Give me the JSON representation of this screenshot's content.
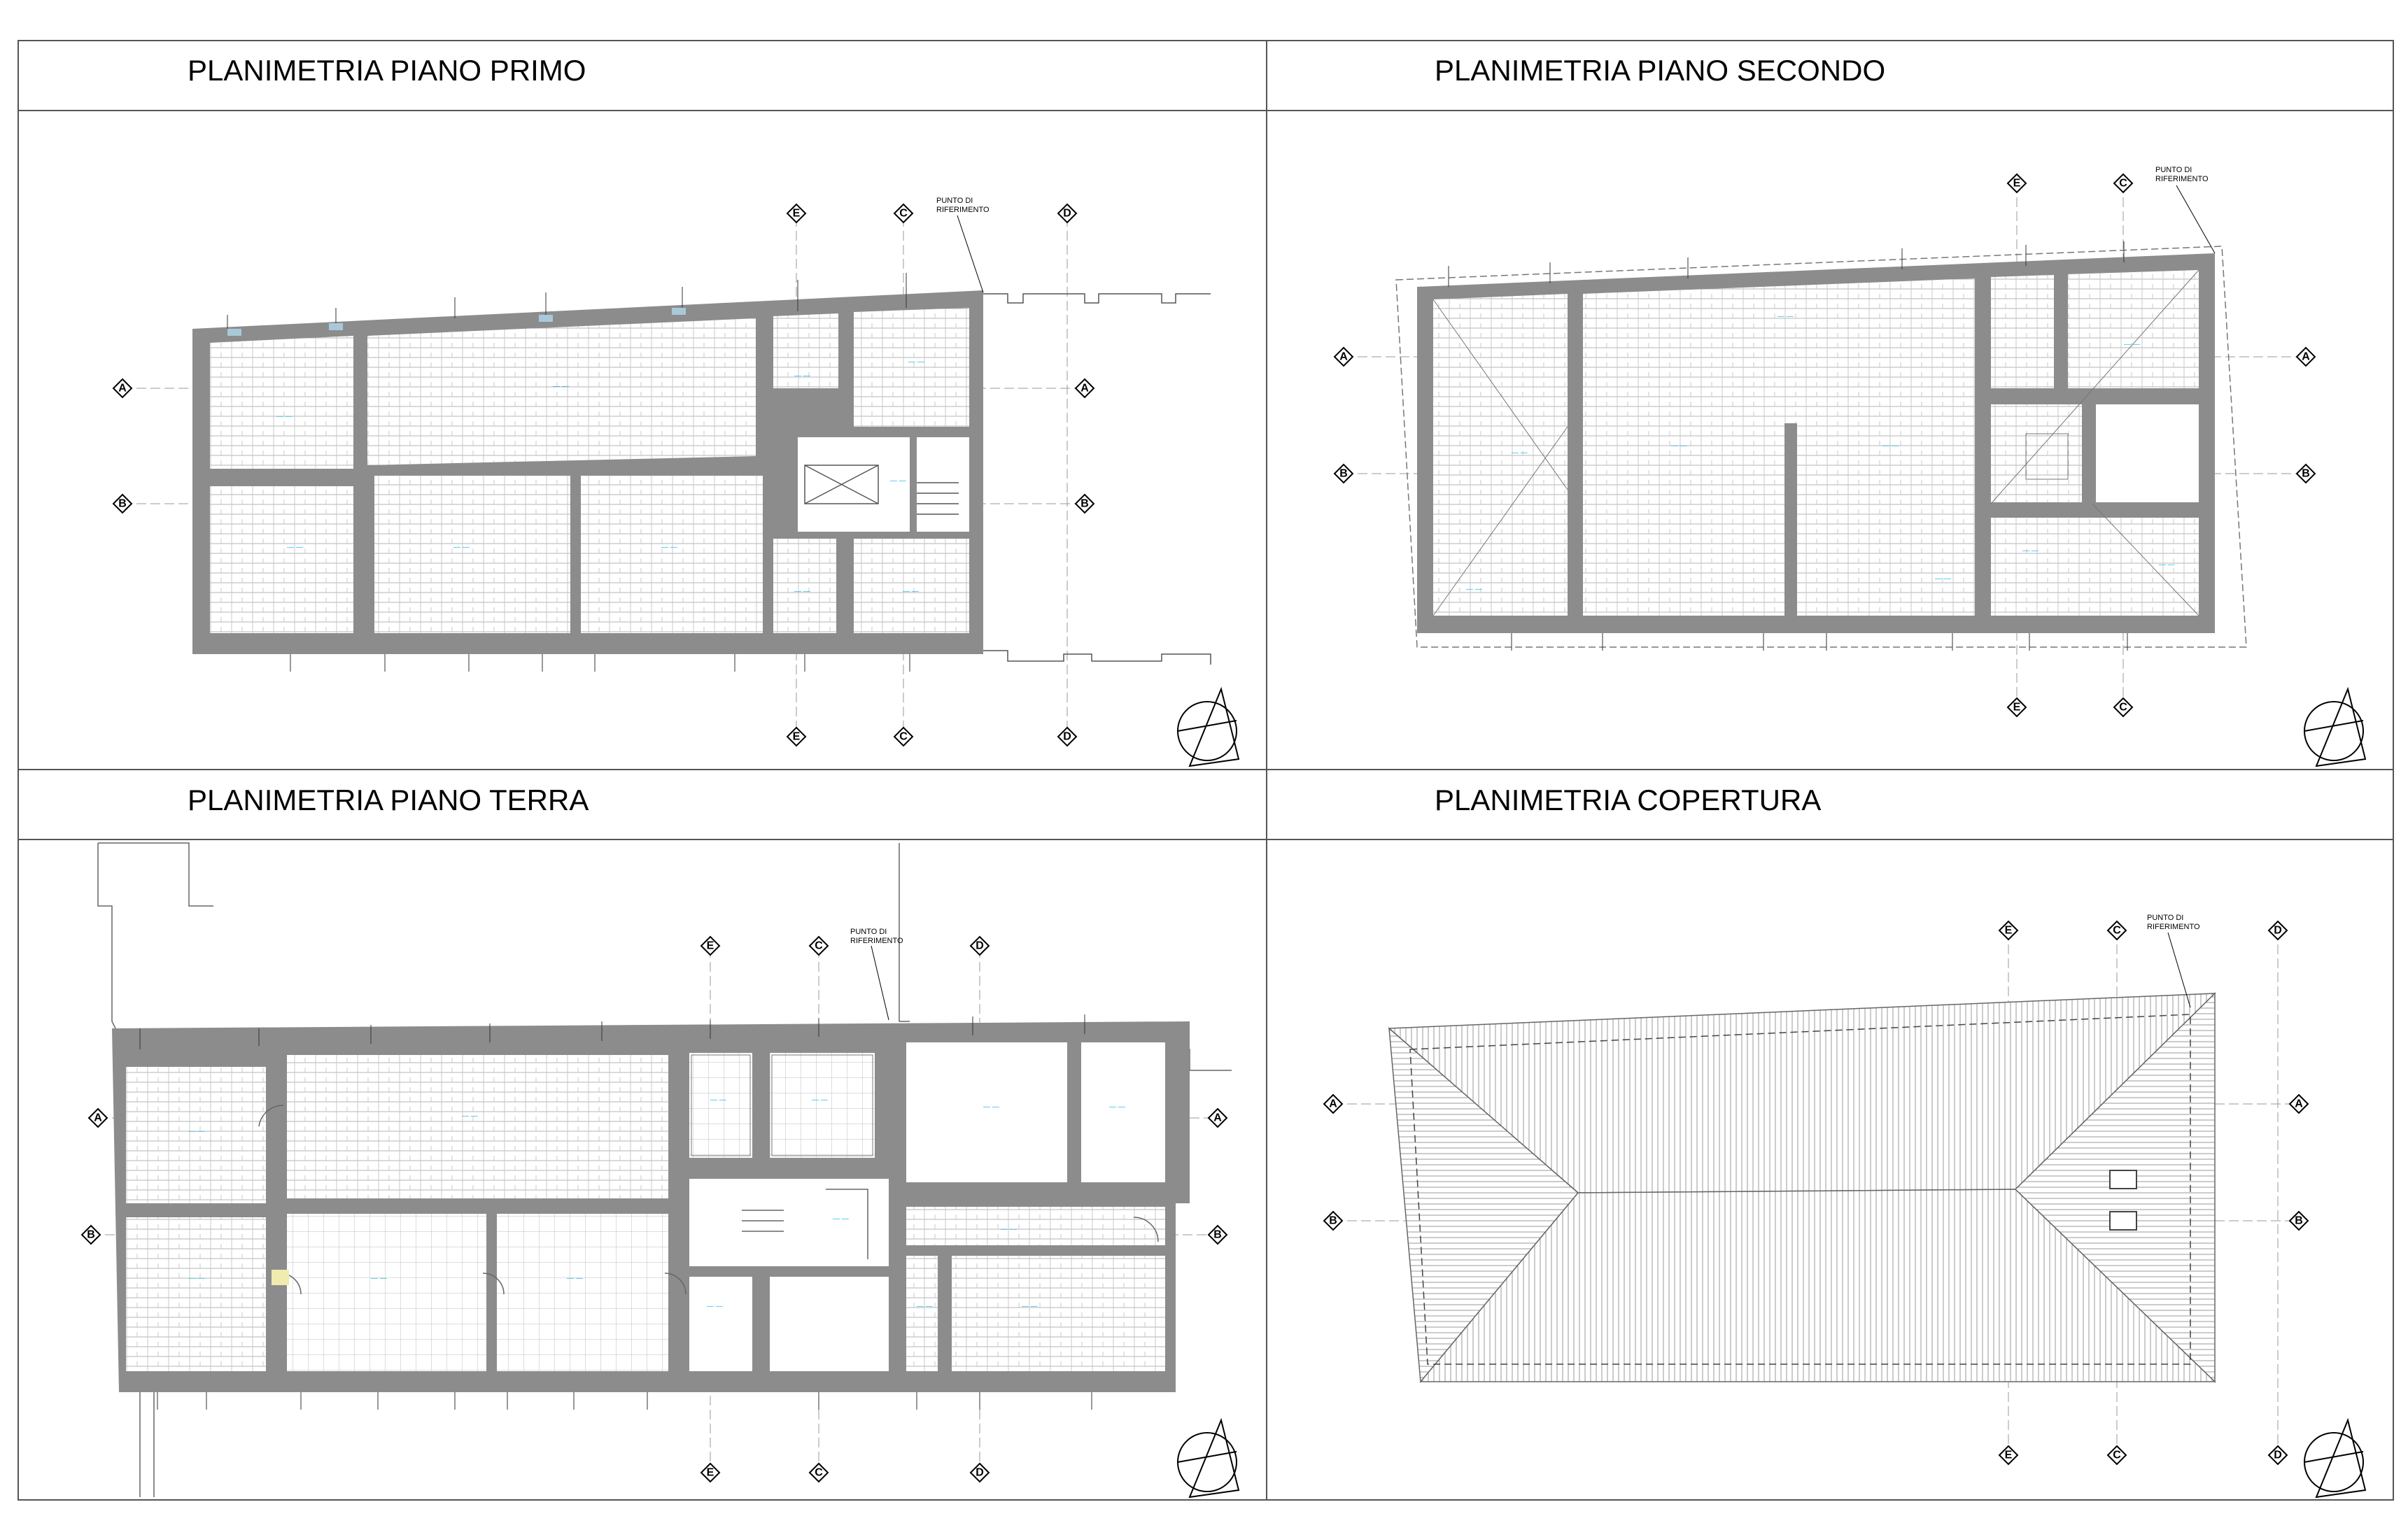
{
  "panels": [
    {
      "id": "primo",
      "title": "PLANIMETRIA PIANO PRIMO"
    },
    {
      "id": "secondo",
      "title": "PLANIMETRIA PIANO SECONDO"
    },
    {
      "id": "terra",
      "title": "PLANIMETRIA PIANO TERRA"
    },
    {
      "id": "copertura",
      "title": "PLANIMETRIA COPERTURA"
    }
  ],
  "grid_labels": {
    "a": "A",
    "b": "B",
    "c": "C",
    "d": "D",
    "e": "E"
  },
  "annotations": {
    "punto_line1": "PUNTO DI",
    "punto_line2": "RIFERIMENTO"
  },
  "colors": {
    "wall": "#8c8c8c",
    "frame": "#555555",
    "hatch": "#a8a8a8",
    "cyan": "#1ab7e6"
  }
}
